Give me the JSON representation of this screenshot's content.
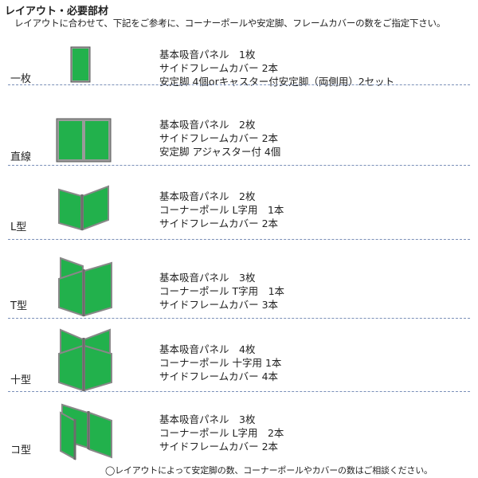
{
  "title": "レイアウト・必要部材",
  "intro": "レイアウトに合わせて、下記をご参考に、コーナーポールや安定脚、フレームカバーの数をご指定下さい。",
  "layouts": [
    {
      "label": "一枚",
      "items": [
        "基本吸音パネル　1枚",
        "サイドフレームカバー 2本",
        "安定脚 4個orキャスター付安定脚（両側用）2セット"
      ]
    },
    {
      "label": "直線",
      "items": [
        "基本吸音パネル　2枚",
        "サイドフレームカバー 2本",
        "安定脚 アジャスター付 4個"
      ]
    },
    {
      "label": "L型",
      "items": [
        "基本吸音パネル　2枚",
        "コーナーポール L字用　1本",
        "サイドフレームカバー 2本"
      ]
    },
    {
      "label": "T型",
      "items": [
        "基本吸音パネル　3枚",
        "コーナーポール T字用　1本",
        "サイドフレームカバー 3本"
      ]
    },
    {
      "label": "十型",
      "items": [
        "基本吸音パネル　4枚",
        "コーナーポール 十字用 1本",
        "サイドフレームカバー 4本"
      ]
    },
    {
      "label": "コ型",
      "items": [
        "基本吸音パネル　3枚",
        "コーナーポール L字用　2本",
        "サイドフレームカバー 2本"
      ]
    }
  ],
  "note": "◯レイアウトによって安定脚の数、コーナーポールやカバーの数はご相談ください。",
  "colors": {
    "panel": "#22b14c",
    "frame": "#8a8a8a",
    "separator": "#7a8fb8"
  }
}
